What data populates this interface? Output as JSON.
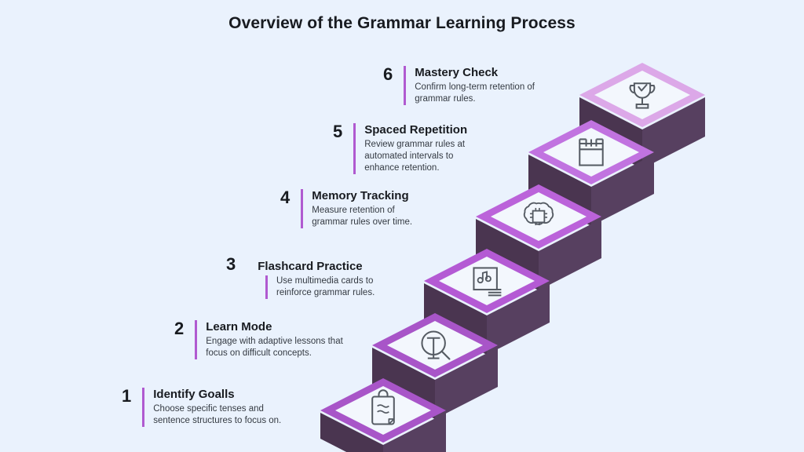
{
  "page": {
    "title": "Overview of the Grammar Learning Process",
    "background_color": "#eaf2fd"
  },
  "theme": {
    "accent_purple": "#a855c8",
    "accent_light_purple": "#dca8e8",
    "block_side_dark": "#4a3550",
    "block_face": "#f3f7fd",
    "text_dark": "#181b20",
    "bar_purple": "#b05ad0"
  },
  "steps": [
    {
      "number": "1",
      "heading": "Identify Goalls",
      "description": "Choose specific tenses and sentence structures to focus on.",
      "icon": "clipboard-icon",
      "border_color": "#a855c8"
    },
    {
      "number": "2",
      "heading": "Learn Mode",
      "description": "Engage with adaptive lessons that focus on difficult concepts.",
      "icon": "magnifier-text-icon",
      "border_color": "#a855c8"
    },
    {
      "number": "3",
      "heading": "Flashcard Practice",
      "description": "Use multimedia cards to reinforce grammar rules.",
      "icon": "multimedia-card-icon",
      "border_color": "#b45ad4"
    },
    {
      "number": "4",
      "heading": "Memory Tracking",
      "description": "Measure retention of grammar rules over time.",
      "icon": "brain-chip-icon",
      "border_color": "#bb63da"
    },
    {
      "number": "5",
      "heading": "Spaced Repetition",
      "description": "Review grammar rules at automated intervals to enhance retention.",
      "icon": "calendar-icon",
      "border_color": "#c173e0"
    },
    {
      "number": "6",
      "heading": "Mastery Check",
      "description": "Confirm long-term retention of grammar rules.",
      "icon": "trophy-check-icon",
      "border_color": "#dca8e8"
    }
  ]
}
